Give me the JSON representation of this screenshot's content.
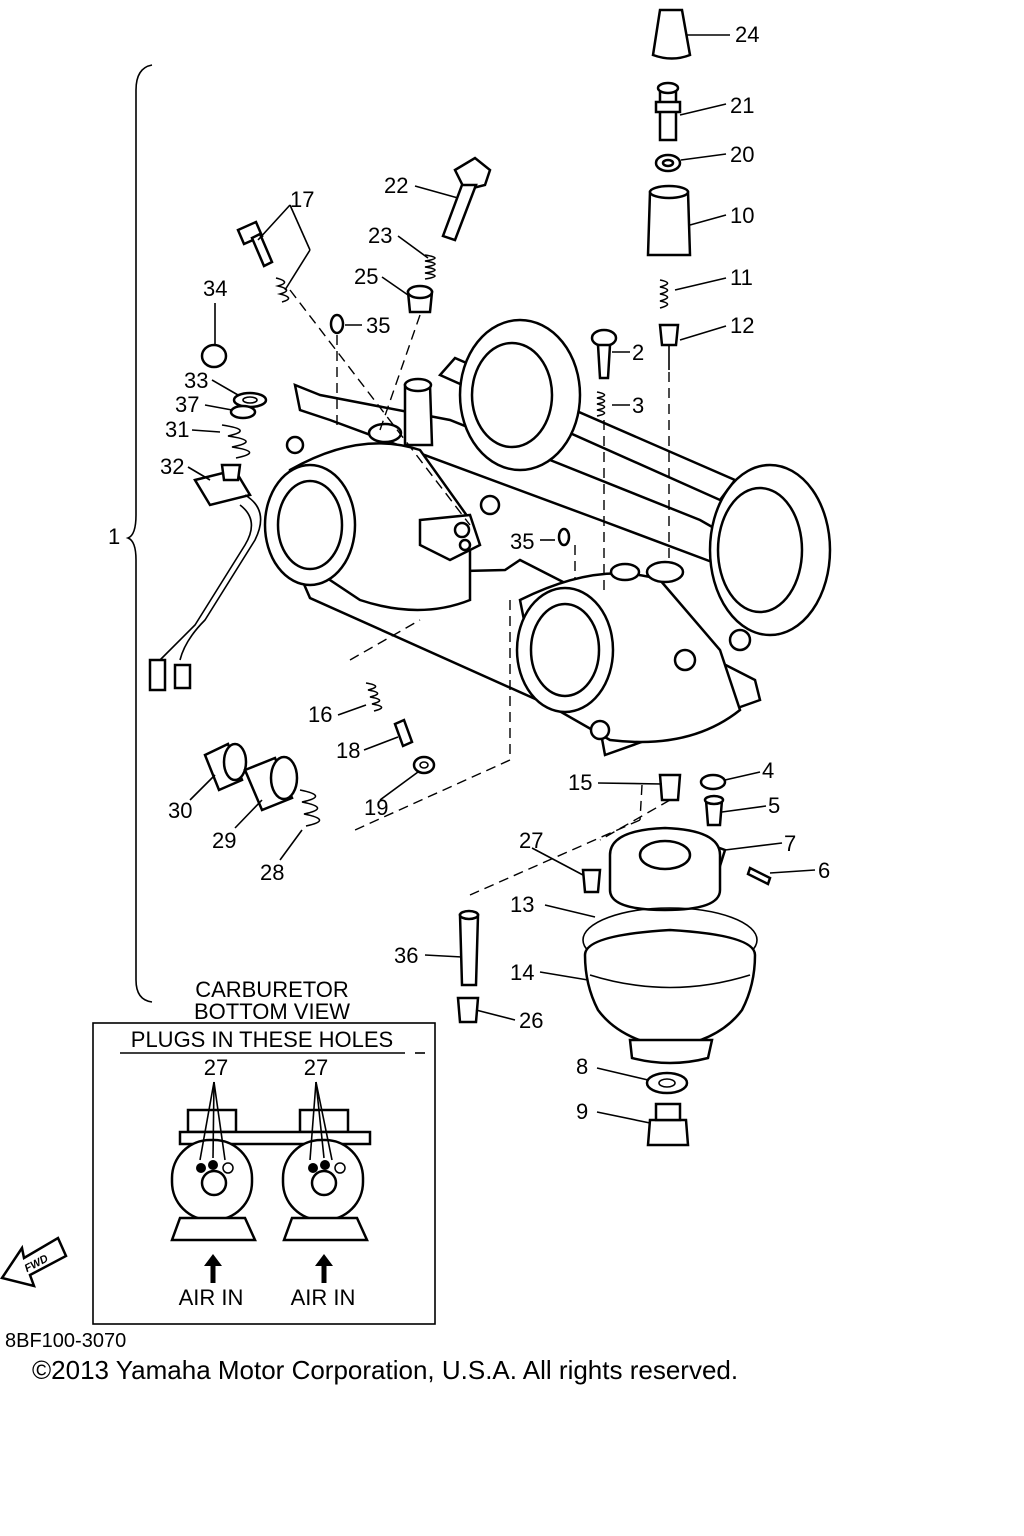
{
  "callouts": {
    "n1": "1",
    "n2": "2",
    "n3": "3",
    "n4": "4",
    "n5": "5",
    "n6": "6",
    "n7": "7",
    "n8": "8",
    "n9": "9",
    "n10": "10",
    "n11": "11",
    "n12": "12",
    "n13": "13",
    "n14": "14",
    "n15": "15",
    "n16": "16",
    "n17": "17",
    "n18": "18",
    "n19": "19",
    "n20": "20",
    "n21": "21",
    "n22": "22",
    "n23": "23",
    "n24": "24",
    "n25": "25",
    "n26": "26",
    "n27": "27",
    "n28": "28",
    "n29": "29",
    "n30": "30",
    "n31": "31",
    "n32": "32",
    "n33": "33",
    "n34": "34",
    "n35a": "35",
    "n35b": "35",
    "n36": "36",
    "n37": "37"
  },
  "inset": {
    "title_line1": "CARBURETOR",
    "title_line2": "BOTTOM VIEW",
    "header": "PLUGS IN THESE HOLES",
    "left_label": "27",
    "right_label": "27",
    "left_air": "AIR IN",
    "right_air": "AIR IN"
  },
  "fwd_arrow": {
    "label": "FWD"
  },
  "footer": {
    "part_code": "8BF100-3070",
    "copyright": "©2013 Yamaha Motor Corporation, U.S.A. All rights reserved."
  }
}
